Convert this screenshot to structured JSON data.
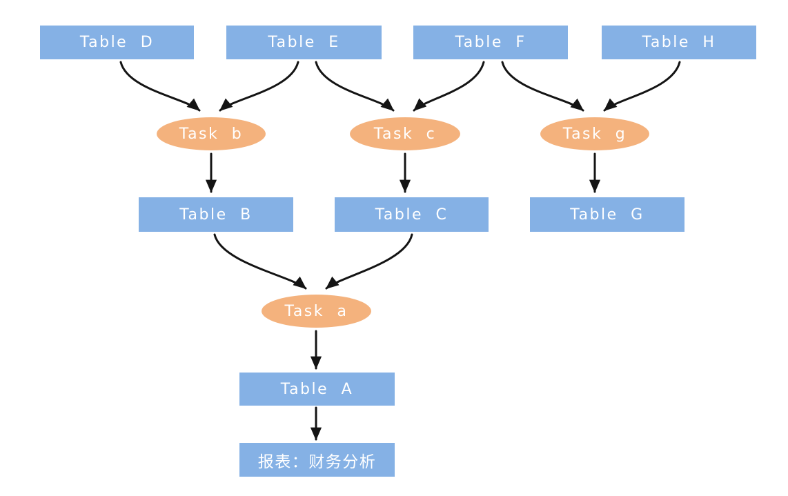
{
  "diagram": {
    "type": "dependency-flowchart",
    "nodes": {
      "table_d": {
        "label": "Table D",
        "kind": "table"
      },
      "table_e": {
        "label": "Table E",
        "kind": "table"
      },
      "table_f": {
        "label": "Table F",
        "kind": "table"
      },
      "table_h": {
        "label": "Table H",
        "kind": "table"
      },
      "task_b": {
        "label": "Task b",
        "kind": "task"
      },
      "task_c": {
        "label": "Task c",
        "kind": "task"
      },
      "task_g": {
        "label": "Task g",
        "kind": "task"
      },
      "table_b": {
        "label": "Table B",
        "kind": "table"
      },
      "table_c": {
        "label": "Table C",
        "kind": "table"
      },
      "table_g": {
        "label": "Table G",
        "kind": "table"
      },
      "task_a": {
        "label": "Task a",
        "kind": "task"
      },
      "table_a": {
        "label": "Table A",
        "kind": "table"
      },
      "report": {
        "label": "报表：财务分析",
        "kind": "report"
      }
    },
    "edges": [
      {
        "from": "table_d",
        "to": "task_b"
      },
      {
        "from": "table_e",
        "to": "task_b"
      },
      {
        "from": "table_e",
        "to": "task_c"
      },
      {
        "from": "table_f",
        "to": "task_c"
      },
      {
        "from": "table_f",
        "to": "task_g"
      },
      {
        "from": "table_h",
        "to": "task_g"
      },
      {
        "from": "task_b",
        "to": "table_b"
      },
      {
        "from": "task_c",
        "to": "table_c"
      },
      {
        "from": "task_g",
        "to": "table_g"
      },
      {
        "from": "table_b",
        "to": "task_a"
      },
      {
        "from": "table_c",
        "to": "task_a"
      },
      {
        "from": "task_a",
        "to": "table_a"
      },
      {
        "from": "table_a",
        "to": "report"
      }
    ],
    "colors": {
      "table_fill": "#85b1e5",
      "task_fill": "#f4b27d",
      "label_text": "#ffffff",
      "arrow": "#141414",
      "background": "#ffffff"
    }
  }
}
